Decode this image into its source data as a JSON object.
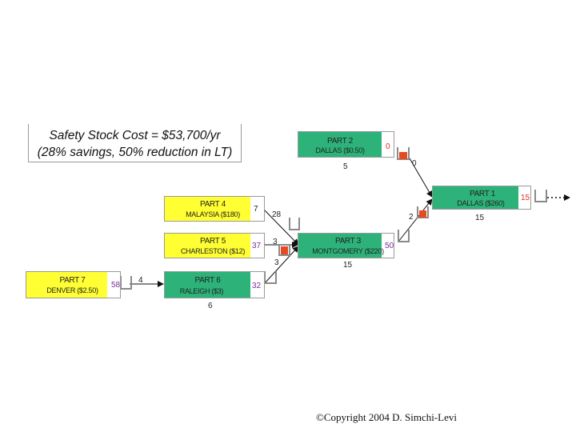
{
  "summary": {
    "line1": "Safety Stock Cost = $53,700/yr",
    "line2": "(28% savings, 50% reduction in LT)"
  },
  "parts": {
    "part1": {
      "name": "PART 1",
      "location": "DALLAS ($260)",
      "side_value": "15",
      "color": "#2db37a"
    },
    "part2": {
      "name": "PART 2",
      "location": "DALLAS ($0.50)",
      "side_value": "0",
      "color": "#2db37a"
    },
    "part3": {
      "name": "PART 3",
      "location": "MONTGOMERY ($220)",
      "side_value": "50",
      "color": "#2db37a"
    },
    "part4": {
      "name": "PART 4",
      "location": "MALAYSIA ($180)",
      "side_value": "7",
      "color": "#ffff33"
    },
    "part5": {
      "name": "PART 5",
      "location": "CHARLESTON ($12)",
      "side_value": "37",
      "color": "#ffff33"
    },
    "part6": {
      "name": "PART 6",
      "location": "RALEIGH ($3)",
      "side_value": "32",
      "color": "#2db37a"
    },
    "part7": {
      "name": "PART 7",
      "location": "DENVER ($2.50)",
      "side_value": "58",
      "color": "#ffff33"
    }
  },
  "link_labels": {
    "p2_below": "5",
    "p2_to_p1": "0",
    "p3_to_p1": "2",
    "p1_below": "15",
    "p4_to_p3": "28",
    "p5_to_p3": "3",
    "p6_to_p3": "3",
    "p3_below": "15",
    "p7_to_p6": "4",
    "p6_below": "6"
  },
  "colors": {
    "stock_fill": "#e84a1f",
    "side_red": "#e0301e",
    "side_purple": "#7a2a9a",
    "side_default": "#222222"
  },
  "copyright": "©Copyright 2004 D. Simchi-Levi"
}
